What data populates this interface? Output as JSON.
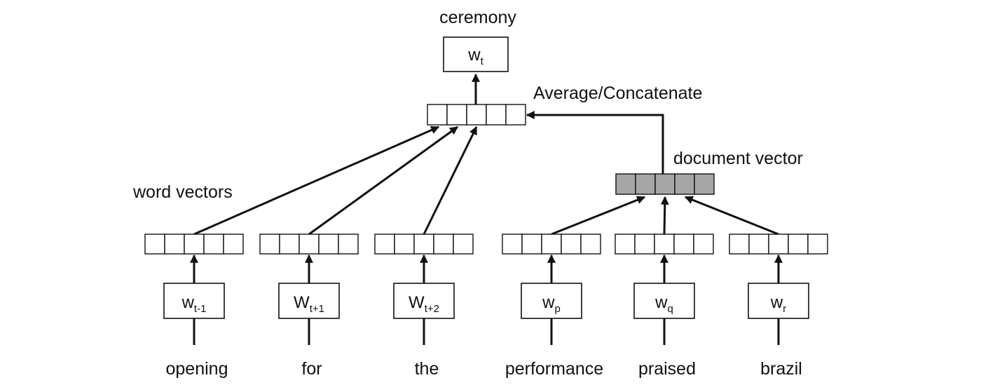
{
  "output": {
    "word": "ceremony",
    "symbol": "w",
    "sub": "t"
  },
  "combine_label": "Average/Concatenate",
  "word_vectors_label": "word vectors",
  "document_vector_label": "document vector",
  "columns": [
    {
      "word": "opening",
      "symbol": "w",
      "sub": "t-1",
      "kind": "word"
    },
    {
      "word": "for",
      "symbol": "W",
      "sub": "t+1",
      "kind": "word"
    },
    {
      "word": "the",
      "symbol": "W",
      "sub": "t+2",
      "kind": "word"
    },
    {
      "word": "performance",
      "symbol": "w",
      "sub": "p",
      "kind": "doc"
    },
    {
      "word": "praised",
      "symbol": "w",
      "sub": "q",
      "kind": "doc"
    },
    {
      "word": "brazil",
      "symbol": "w",
      "sub": "r",
      "kind": "doc"
    }
  ],
  "colors": {
    "stroke": "#111111",
    "document_vector_fill": "#a6a6a6"
  }
}
